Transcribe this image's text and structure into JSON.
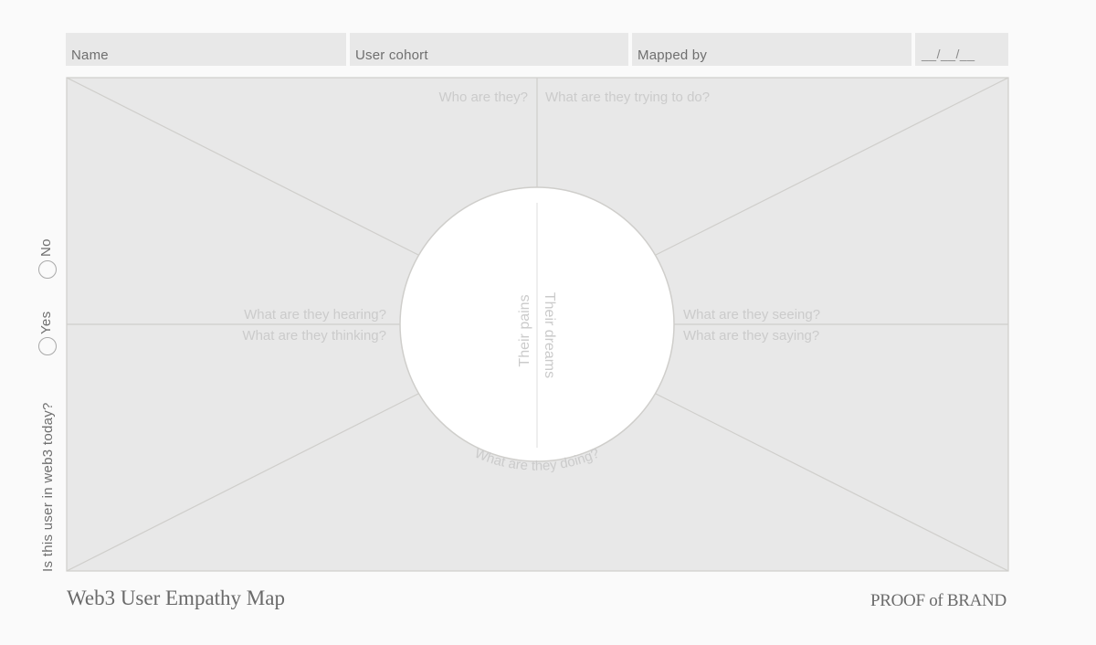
{
  "header": {
    "name_label": "Name",
    "cohort_label": "User cohort",
    "mapped_by_label": "Mapped by",
    "date_placeholder": "__/__/__"
  },
  "sidebar": {
    "question": "Is this user in web3 today?",
    "yes_label": "Yes",
    "no_label": "No"
  },
  "quadrants": {
    "who": "Who are they?",
    "trying": "What are they trying to do?",
    "hearing": "What are they hearing?",
    "thinking": "What are they thinking?",
    "seeing": "What are they seeing?",
    "saying": "What are they saying?",
    "doing": "What are they doing?"
  },
  "center": {
    "pains": "Their pains",
    "dreams": "Their dreams"
  },
  "footer": {
    "title": "Web3 User Empathy Map",
    "brand": "PROOF of BRAND"
  },
  "colors": {
    "board_fill": "#e8e8e8",
    "board_line": "#cfcecb",
    "prompt_text": "#cbcbcb",
    "label_text": "#6f6f6f",
    "background": "#fafafa"
  }
}
